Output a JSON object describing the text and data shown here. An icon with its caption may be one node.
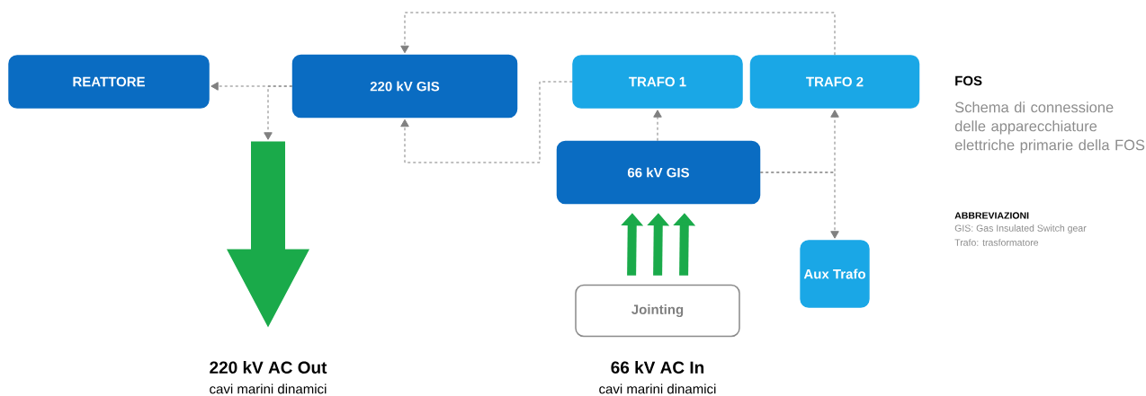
{
  "diagram": {
    "nodes": [
      {
        "text": [
          "REATTORE"
        ]
      },
      {
        "text": [
          "220 kV GIS"
        ]
      },
      {
        "text": [
          "TRAFO 1"
        ]
      },
      {
        "text": [
          "TRAFO 2"
        ]
      },
      {
        "text": [
          "66 kV GIS"
        ]
      },
      {
        "text": [
          "Aux Trafo"
        ]
      },
      {
        "text": [
          "Jointing"
        ]
      },
      {
        "text": [],
        "shape": "arrow"
      }
    ],
    "edges": [
      {
        "from": 1,
        "to": 0,
        "arrow": "to",
        "style": "dashed"
      },
      {
        "from": 1,
        "to": 7,
        "arrow": "to",
        "style": "dashed"
      },
      {
        "from": 3,
        "to": 1,
        "arrow": "to",
        "style": "dashed"
      },
      {
        "from": 2,
        "to": 1,
        "arrow": "to",
        "style": "dashed"
      },
      {
        "from": 4,
        "to": 2,
        "arrow": "to",
        "style": "dashed"
      },
      {
        "from": 4,
        "to": 3,
        "arrow": "to",
        "style": "dashed"
      },
      {
        "from": 4,
        "to": 5,
        "arrow": "to",
        "style": "dashed"
      },
      {
        "from": 6,
        "to": 4,
        "arrow": "to",
        "style": "thick",
        "color": "#1aaa4a"
      },
      {
        "from": 6,
        "to": 4,
        "arrow": "to",
        "style": "thick",
        "color": "#1aaa4a"
      },
      {
        "from": 6,
        "to": 4,
        "arrow": "to",
        "style": "thick",
        "color": "#1aaa4a"
      }
    ],
    "labels": [
      "220 kV AC Out",
      "cavi marini dinamici",
      "66 kV AC In",
      "cavi marini dinamici",
      "FOS",
      "Schema di connessione delle apparecchiature elettriche primarie della FOS",
      "ABBREVIAZIONI",
      "GIS: Gas Insulated Switch gear",
      "Trafo: trasformatore"
    ]
  }
}
